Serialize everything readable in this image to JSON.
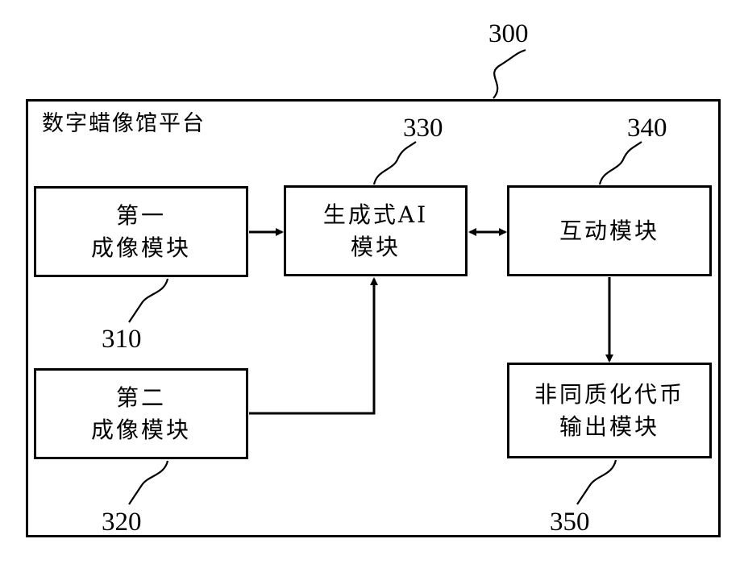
{
  "platform": {
    "ref": "300",
    "title": "数字蜡像馆平台"
  },
  "modules": {
    "first_imaging": {
      "ref": "310",
      "lines": [
        "第一",
        "成像模块"
      ]
    },
    "second_imaging": {
      "ref": "320",
      "lines": [
        "第二",
        "成像模块"
      ]
    },
    "generative_ai": {
      "ref": "330",
      "lines": [
        "生成式AI",
        "模块"
      ]
    },
    "interaction": {
      "ref": "340",
      "lines": [
        "互动模块"
      ]
    },
    "nft_output": {
      "ref": "350",
      "lines": [
        "非同质化代币",
        "输出模块"
      ]
    }
  },
  "colors": {
    "stroke": "#000000",
    "background": "#ffffff"
  }
}
